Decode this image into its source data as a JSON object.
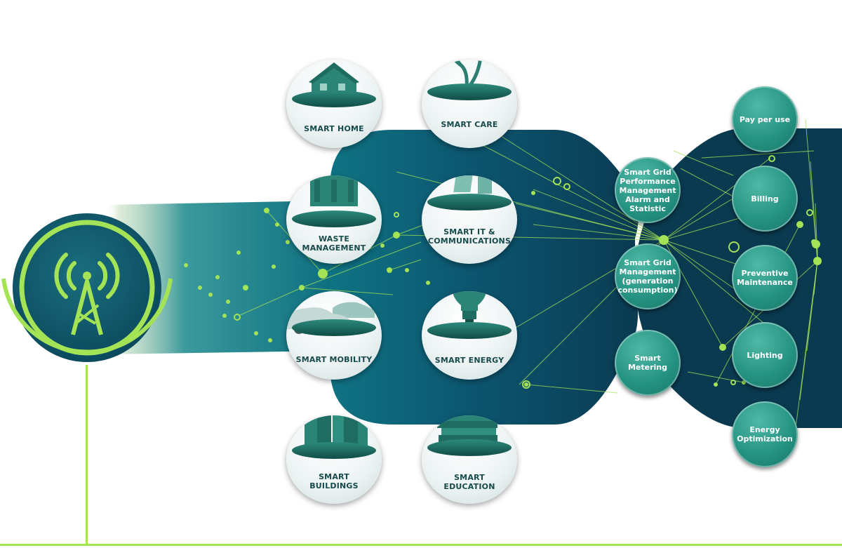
{
  "colors": {
    "accent_green": "#a4e356",
    "dark_teal": "#0b4156",
    "mid_teal": "#0d6a78",
    "node_teal": "#23907f",
    "label_dark": "#174a4a"
  },
  "antenna": {
    "icon": "antenna-signal-icon"
  },
  "verticals": [
    {
      "id": "smart-home",
      "label": "SMART HOME",
      "icon": "house-icon"
    },
    {
      "id": "smart-care",
      "label": "SMART CARE",
      "icon": "stethoscope-icon"
    },
    {
      "id": "waste-management",
      "label": "WASTE\nMANAGEMENT",
      "icon": "dumpster-icon"
    },
    {
      "id": "smart-it",
      "label": "SMART IT &\nCOMMUNICATIONS",
      "icon": "laptop-icon"
    },
    {
      "id": "smart-mobility",
      "label": "SMART MOBILITY",
      "icon": "car-icon"
    },
    {
      "id": "smart-energy",
      "label": "SMART ENERGY",
      "icon": "lightbulb-icon"
    },
    {
      "id": "smart-buildings",
      "label": "SMART\nBUILDINGS",
      "icon": "buildings-icon"
    },
    {
      "id": "smart-education",
      "label": "SMART\nEDUCATION",
      "icon": "books-icon"
    }
  ],
  "grid_nodes": [
    {
      "id": "performance",
      "label": "Smart Grid\nPerformance\nManagement\nAlarm and\nStatistic"
    },
    {
      "id": "grid-management",
      "label": "Smart Grid\nManagement\n(generation\nconsumption)"
    },
    {
      "id": "metering",
      "label": "Smart\nMetering"
    }
  ],
  "service_nodes": [
    {
      "id": "pay-per-use",
      "label": "Pay per use"
    },
    {
      "id": "billing",
      "label": "Billing"
    },
    {
      "id": "preventive",
      "label": "Preventive\nMaintenance"
    },
    {
      "id": "lighting",
      "label": "Lighting"
    },
    {
      "id": "energy-opt",
      "label": "Energy\nOptimization"
    }
  ]
}
